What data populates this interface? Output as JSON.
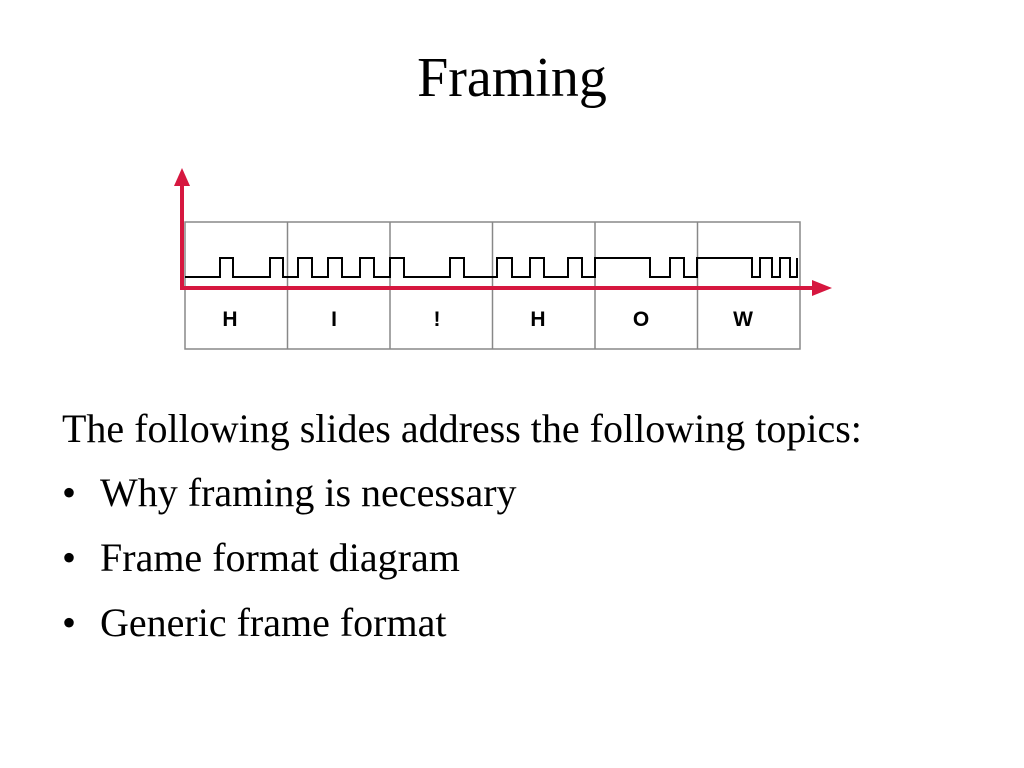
{
  "slide": {
    "title": "Framing",
    "intro": "The following slides address the following topics:",
    "bullet_char": "•",
    "bullets": [
      "Why framing is necessary",
      "Frame format diagram",
      "Generic frame format"
    ]
  },
  "diagram": {
    "cells": [
      "H",
      "I",
      "!",
      "H",
      "O",
      "W"
    ],
    "axis_color": "#d6173f",
    "grid_color": "#888888",
    "signal_color": "#000000"
  }
}
